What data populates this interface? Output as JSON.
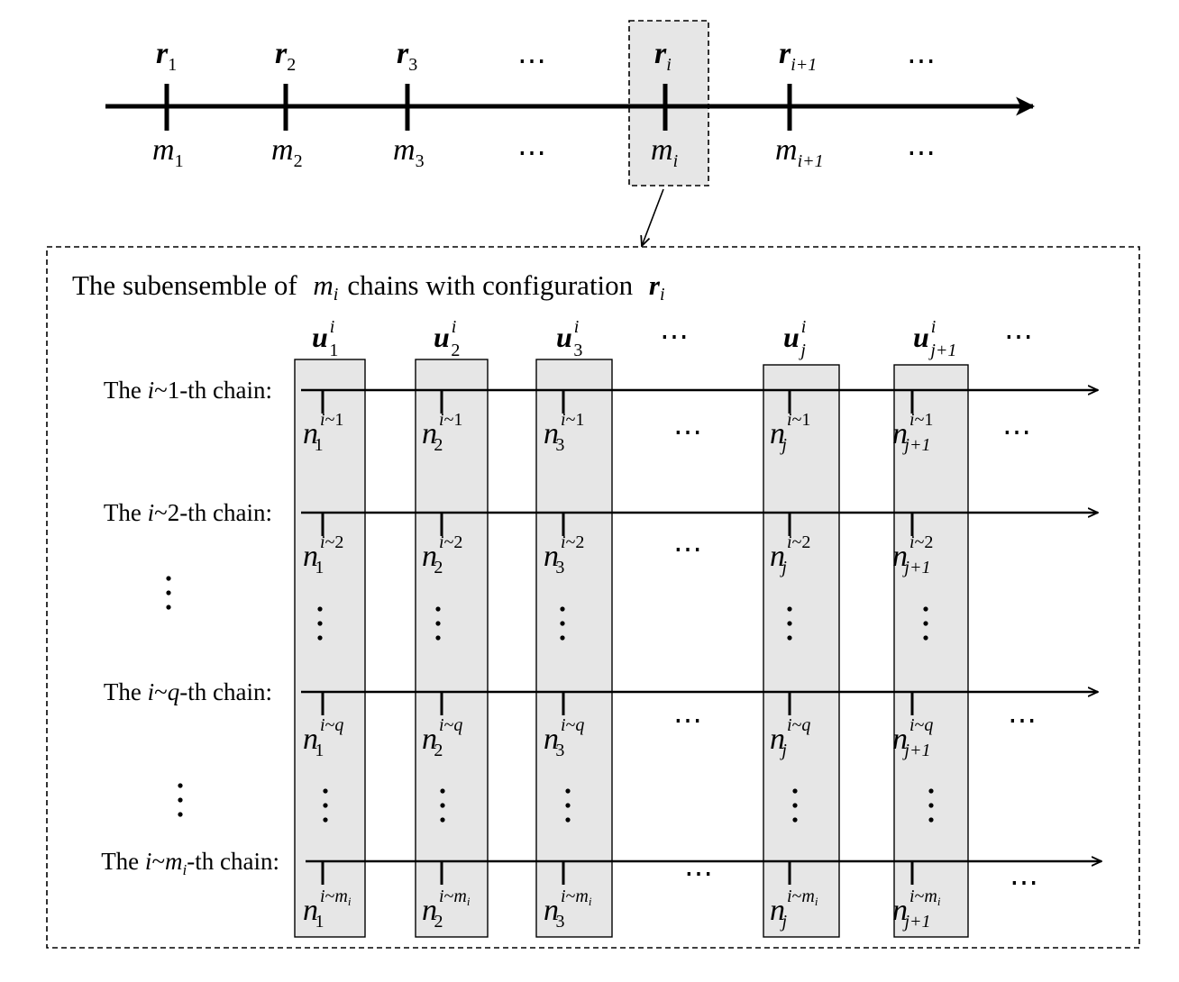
{
  "ellipsis": "⋯",
  "vdots": "⋮",
  "top_axis": {
    "r_base": "r",
    "m_base": "m",
    "ticks": [
      {
        "r_sub": "1",
        "m_sub": "1"
      },
      {
        "r_sub": "2",
        "m_sub": "2"
      },
      {
        "r_sub": "3",
        "m_sub": "3"
      },
      {
        "r_sub": "",
        "m_sub": ""
      },
      {
        "r_sub": "i",
        "m_sub": "i"
      },
      {
        "r_sub": "i+1",
        "m_sub": "i+1"
      },
      {
        "r_sub": "",
        "m_sub": ""
      }
    ],
    "highlight_index": 4
  },
  "subensemble": {
    "title_prefix": "The subensemble of",
    "title_m": "m",
    "title_m_sub": "i",
    "title_middle": "chains with configuration",
    "title_r": "r",
    "title_r_sub": "i"
  },
  "columns": [
    {
      "u_base": "u",
      "u_sup": "i",
      "u_sub": "1",
      "n_sub": "1"
    },
    {
      "u_base": "u",
      "u_sup": "i",
      "u_sub": "2",
      "n_sub": "2"
    },
    {
      "u_base": "u",
      "u_sup": "i",
      "u_sub": "3",
      "n_sub": "3"
    },
    {
      "u_base": "u",
      "u_sup": "i",
      "u_sub": "j",
      "n_sub": "j"
    },
    {
      "u_base": "u",
      "u_sup": "i",
      "u_sub": "j+1",
      "n_sub": "j+1"
    }
  ],
  "chains": [
    {
      "label_pre": "The",
      "label_var": "i",
      "label_tilde": "~",
      "label_idx": "1",
      "label_idx_sub": "",
      "label_post": "-th chain:",
      "n_base": "n",
      "sup_var": "i",
      "sup_tilde": "~",
      "sup_idx": "1",
      "sup_idx_sub": ""
    },
    {
      "label_pre": "The",
      "label_var": "i",
      "label_tilde": "~",
      "label_idx": "2",
      "label_idx_sub": "",
      "label_post": "-th chain:",
      "n_base": "n",
      "sup_var": "i",
      "sup_tilde": "~",
      "sup_idx": "2",
      "sup_idx_sub": ""
    },
    {
      "label_pre": "The",
      "label_var": "i",
      "label_tilde": "~",
      "label_idx": "q",
      "label_idx_sub": "",
      "label_post": "-th chain:",
      "n_base": "n",
      "sup_var": "i",
      "sup_tilde": "~",
      "sup_idx": "q",
      "sup_idx_sub": ""
    },
    {
      "label_pre": "The",
      "label_var": "i",
      "label_tilde": "~",
      "label_idx": "m",
      "label_idx_sub": "i",
      "label_post": "-th chain:",
      "n_base": "n",
      "sup_var": "i",
      "sup_tilde": "~",
      "sup_idx": "m",
      "sup_idx_sub": "i"
    }
  ]
}
